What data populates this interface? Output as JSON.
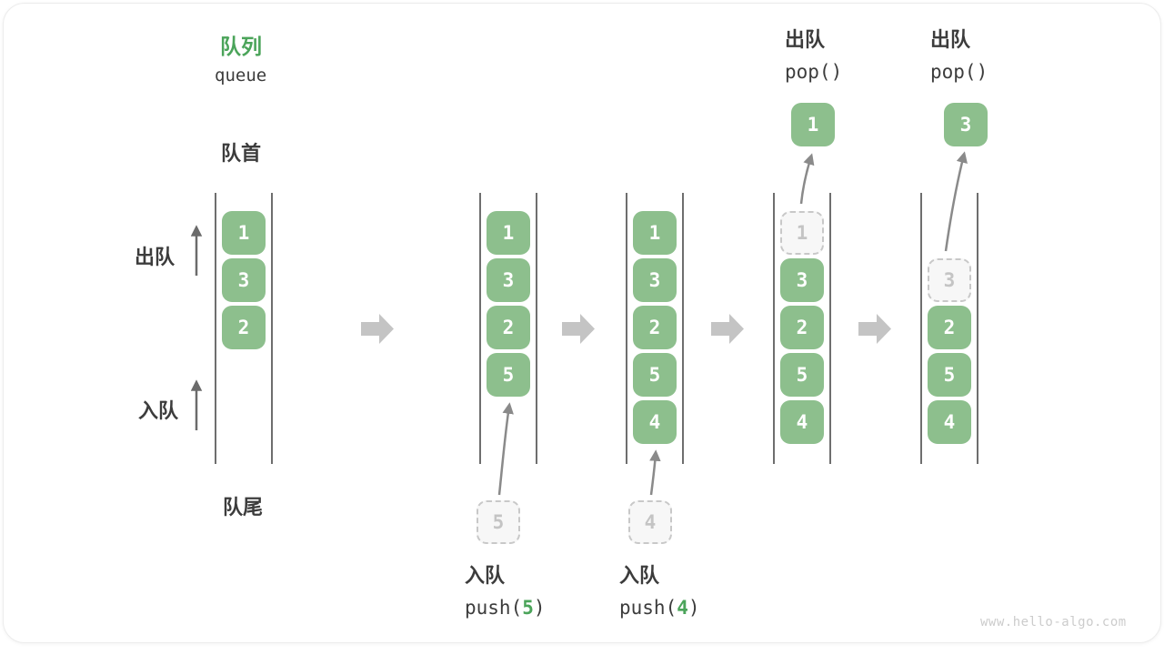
{
  "title": {
    "zh": "队列",
    "en": "queue"
  },
  "side_labels": {
    "front": "队首",
    "rear": "队尾",
    "dequeue": "出队",
    "enqueue": "入队"
  },
  "watermark": "www.hello-algo.com",
  "colors": {
    "box_green": "#8DBF8D",
    "accent_green": "#4BA45A",
    "ghost_border": "#C8C8C8",
    "ghost_fill": "#F7F7F7",
    "ghost_text": "#C4C4C4",
    "rail": "#4A4A4A",
    "flow_arrow": "#8A8A8A",
    "side_arrow": "#6B6B6B",
    "block_arrow": "#C4C4C4",
    "text_dark": "#3C3C3C",
    "watermark_gray": "#CCCCCC"
  },
  "states": [
    {
      "slots": [
        {
          "v": "1",
          "t": "filled"
        },
        {
          "v": "3",
          "t": "filled"
        },
        {
          "v": "2",
          "t": "filled"
        }
      ]
    },
    {
      "slots": [
        {
          "v": "1",
          "t": "filled"
        },
        {
          "v": "3",
          "t": "filled"
        },
        {
          "v": "2",
          "t": "filled"
        },
        {
          "v": "5",
          "t": "filled"
        }
      ],
      "staged": {
        "v": "5",
        "pos": "below"
      },
      "op": {
        "zh": "入队",
        "code_pre": "push(",
        "code_arg": "5",
        "code_post": ")",
        "pos": "bottom"
      }
    },
    {
      "slots": [
        {
          "v": "1",
          "t": "filled"
        },
        {
          "v": "3",
          "t": "filled"
        },
        {
          "v": "2",
          "t": "filled"
        },
        {
          "v": "5",
          "t": "filled"
        },
        {
          "v": "4",
          "t": "filled"
        }
      ],
      "staged": {
        "v": "4",
        "pos": "below"
      },
      "op": {
        "zh": "入队",
        "code_pre": "push(",
        "code_arg": "4",
        "code_post": ")",
        "pos": "bottom"
      }
    },
    {
      "slots": [
        {
          "v": "1",
          "t": "ghost"
        },
        {
          "v": "3",
          "t": "filled"
        },
        {
          "v": "2",
          "t": "filled"
        },
        {
          "v": "5",
          "t": "filled"
        },
        {
          "v": "4",
          "t": "filled"
        }
      ],
      "staged": {
        "v": "1",
        "pos": "above"
      },
      "op": {
        "zh": "出队",
        "code_pre": "pop()",
        "code_arg": "",
        "code_post": "",
        "pos": "top"
      }
    },
    {
      "slots": [
        {
          "v": "",
          "t": "empty"
        },
        {
          "v": "3",
          "t": "ghost"
        },
        {
          "v": "2",
          "t": "filled"
        },
        {
          "v": "5",
          "t": "filled"
        },
        {
          "v": "4",
          "t": "filled"
        }
      ],
      "staged": {
        "v": "3",
        "pos": "above"
      },
      "op": {
        "zh": "出队",
        "code_pre": "pop()",
        "code_arg": "",
        "code_post": "",
        "pos": "top"
      }
    }
  ]
}
